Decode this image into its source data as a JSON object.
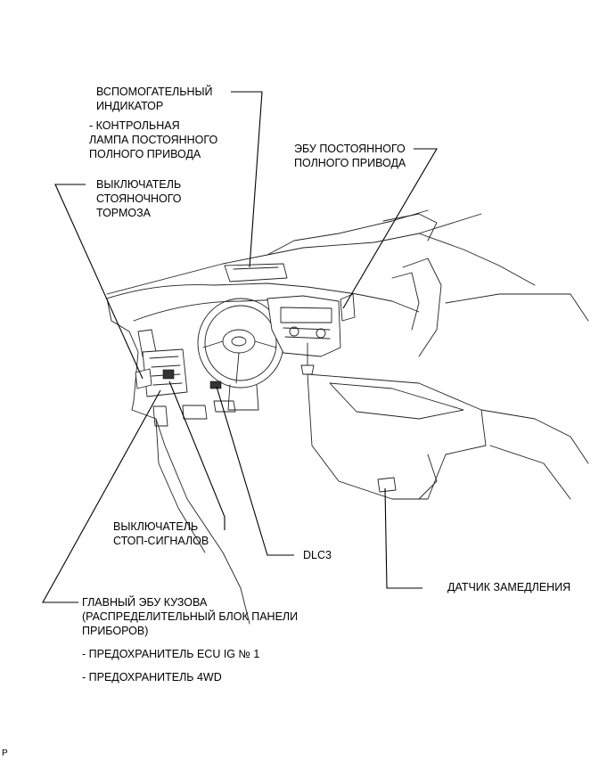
{
  "labels": {
    "aux_indicator": [
      "ВСПОМОГАТЕЛЬНЫЙ",
      "ИНДИКАТОР"
    ],
    "aux_indicator_sub": [
      "- КОНТРОЛЬНАЯ",
      "ЛАМПА ПОСТОЯННОГО",
      "ПОЛНОГО ПРИВОДА"
    ],
    "ecu_4wd": [
      "ЭБУ ПОСТОЯННОГО",
      "ПОЛНОГО ПРИВОДА"
    ],
    "parking_brake_switch": [
      "ВЫКЛЮЧАТЕЛЬ",
      "СТОЯНОЧНОГО",
      "ТОРМОЗА"
    ],
    "stop_light_switch": [
      "ВЫКЛЮЧАТЕЛЬ",
      "СТОП-СИГНАЛОВ"
    ],
    "dlc3": "DLC3",
    "decel_sensor": "ДАТЧИК ЗАМЕДЛЕНИЯ",
    "main_body_ecu": [
      "ГЛАВНЫЙ ЭБУ КУЗОВА",
      "(РАСПРЕДЕЛИТЕЛЬНЫЙ БЛОК ПАНЕЛИ",
      "ПРИБОРОВ)"
    ],
    "fuse_ecu_ig": "- ПРЕДОХРАНИТЕЛЬ ECU IG № 1",
    "fuse_4wd": "- ПРЕДОХРАНИТЕЛЬ 4WD",
    "corner_mark": "P"
  }
}
